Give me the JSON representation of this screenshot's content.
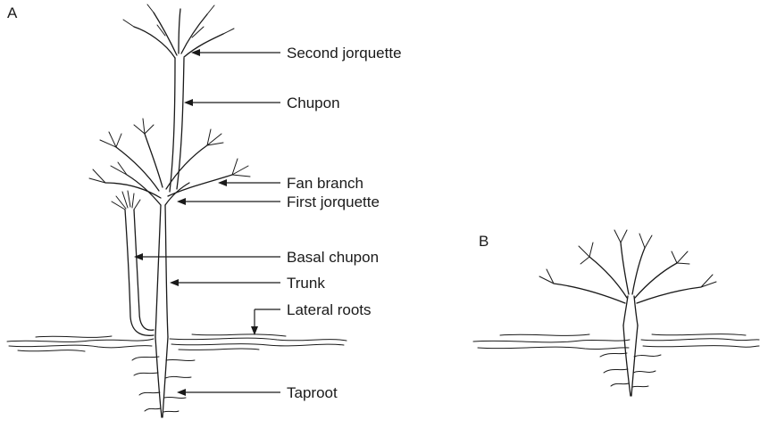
{
  "panels": {
    "a": "A",
    "b": "B"
  },
  "labels": {
    "second_jorquette": "Second jorquette",
    "chupon": "Chupon",
    "fan_branch": "Fan branch",
    "first_jorquette": "First jorquette",
    "basal_chupon": "Basal chupon",
    "trunk": "Trunk",
    "lateral_roots": "Lateral roots",
    "taproot": "Taproot"
  }
}
